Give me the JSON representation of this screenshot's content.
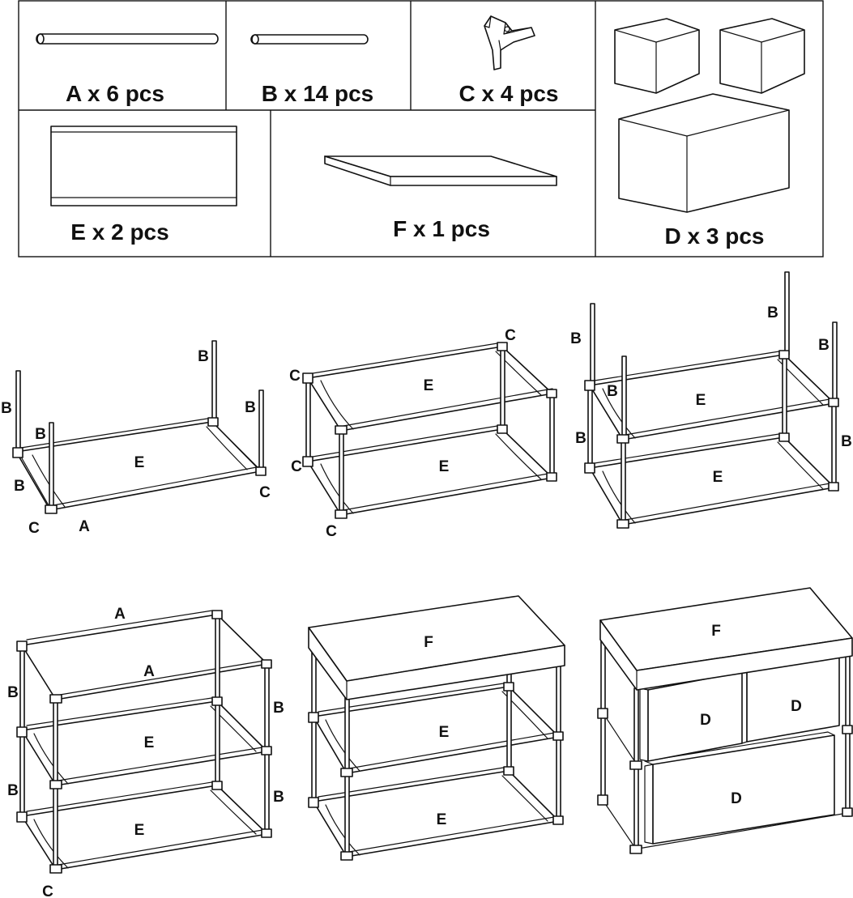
{
  "parts": {
    "a": "A x 6 pcs",
    "b": "B x 14 pcs",
    "c": "C x 4 pcs",
    "d": "D x 3 pcs",
    "e": "E x 2 pcs",
    "f": "F x 1 pcs"
  },
  "steps": {
    "s1": {
      "b1": "B",
      "b2": "B",
      "b3": "B",
      "b4": "B",
      "b5": "B",
      "e": "E",
      "c1": "C",
      "c2": "C",
      "a": "A"
    },
    "s2": {
      "c1": "C",
      "c2": "C",
      "c3": "C",
      "c4": "C",
      "e1": "E",
      "e2": "E"
    },
    "s3": {
      "b1": "B",
      "b2": "B",
      "b3": "B",
      "b4": "B",
      "b5": "B",
      "b6": "B",
      "e1": "E",
      "e2": "E"
    },
    "s4": {
      "a1": "A",
      "a2": "A",
      "b1": "B",
      "b2": "B",
      "b3": "B",
      "b4": "B",
      "e1": "E",
      "e2": "E",
      "c": "C"
    },
    "s5": {
      "f": "F",
      "e1": "E",
      "e2": "E"
    },
    "s6": {
      "f": "F",
      "d1": "D",
      "d2": "D",
      "d3": "D"
    }
  }
}
